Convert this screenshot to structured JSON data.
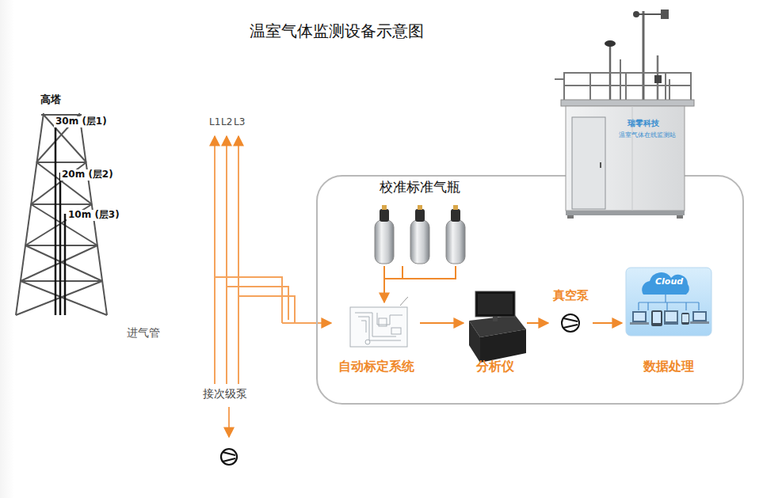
{
  "diagram": {
    "title": "温室气体监测设备示意图",
    "nodes": [
      {
        "text": [
          "校准标准气瓶"
        ]
      },
      {
        "text": [
          "自动标定系统"
        ]
      },
      {
        "text": [
          "分析仪"
        ]
      },
      {
        "text": [
          "真空泵"
        ]
      },
      {
        "text": [
          "数据处理"
        ]
      }
    ],
    "edges": [
      {
        "from": 0,
        "to": 1,
        "arrow": "to"
      },
      {
        "from": 1,
        "to": 2,
        "arrow": "to"
      },
      {
        "from": 2,
        "to": 3,
        "arrow": "to"
      },
      {
        "from": 3,
        "to": 4,
        "arrow": "to"
      }
    ],
    "labels": [
      "高塔",
      "30m (层1)",
      "20m (层2)",
      "10m (层3)",
      "L1",
      "L2",
      "L3",
      "进气管",
      "接次级泵",
      "瑞零科技",
      "温室气体在线监测站",
      "Cloud"
    ]
  }
}
